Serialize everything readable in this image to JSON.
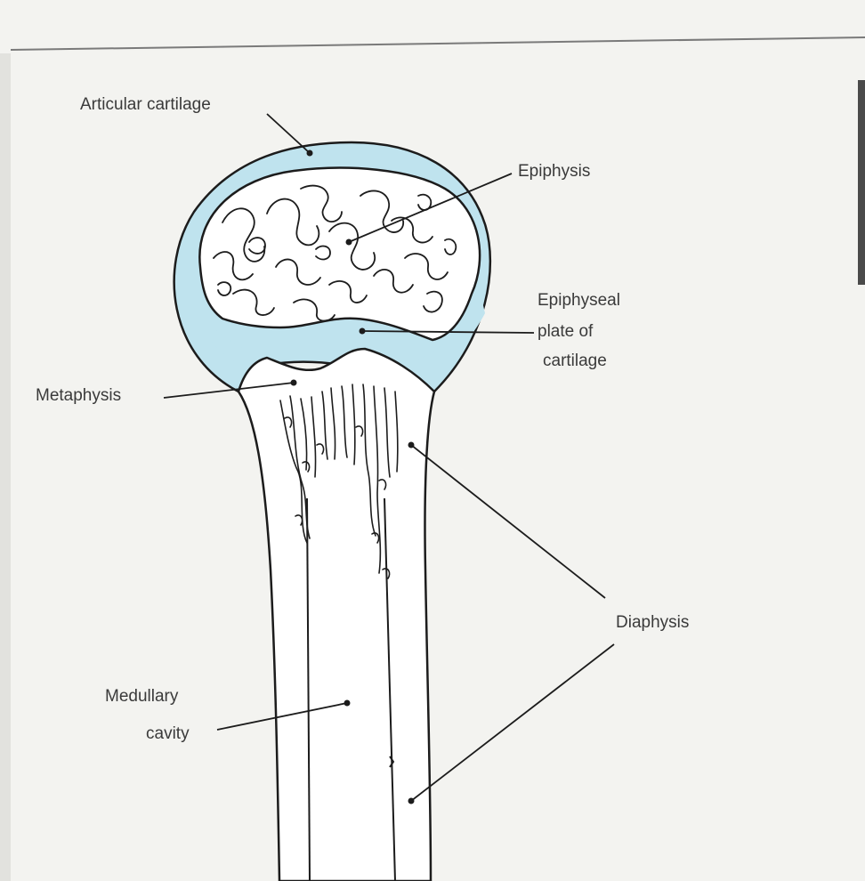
{
  "labels": {
    "articular_cartilage": "Articular cartilage",
    "epiphysis": "Epiphysis",
    "epiphyseal_plate_line1": "Epiphyseal",
    "epiphyseal_plate_line2": "plate of",
    "epiphyseal_plate_line3": "cartilage",
    "metaphysis": "Metaphysis",
    "diaphysis": "Diaphysis",
    "medullary_line1": "Medullary",
    "medullary_line2": "cavity"
  },
  "colors": {
    "cartilage": "#bfe3ee",
    "outline": "#1c1c1c",
    "background": "#f3f3f0",
    "text": "#3a3a3a"
  }
}
